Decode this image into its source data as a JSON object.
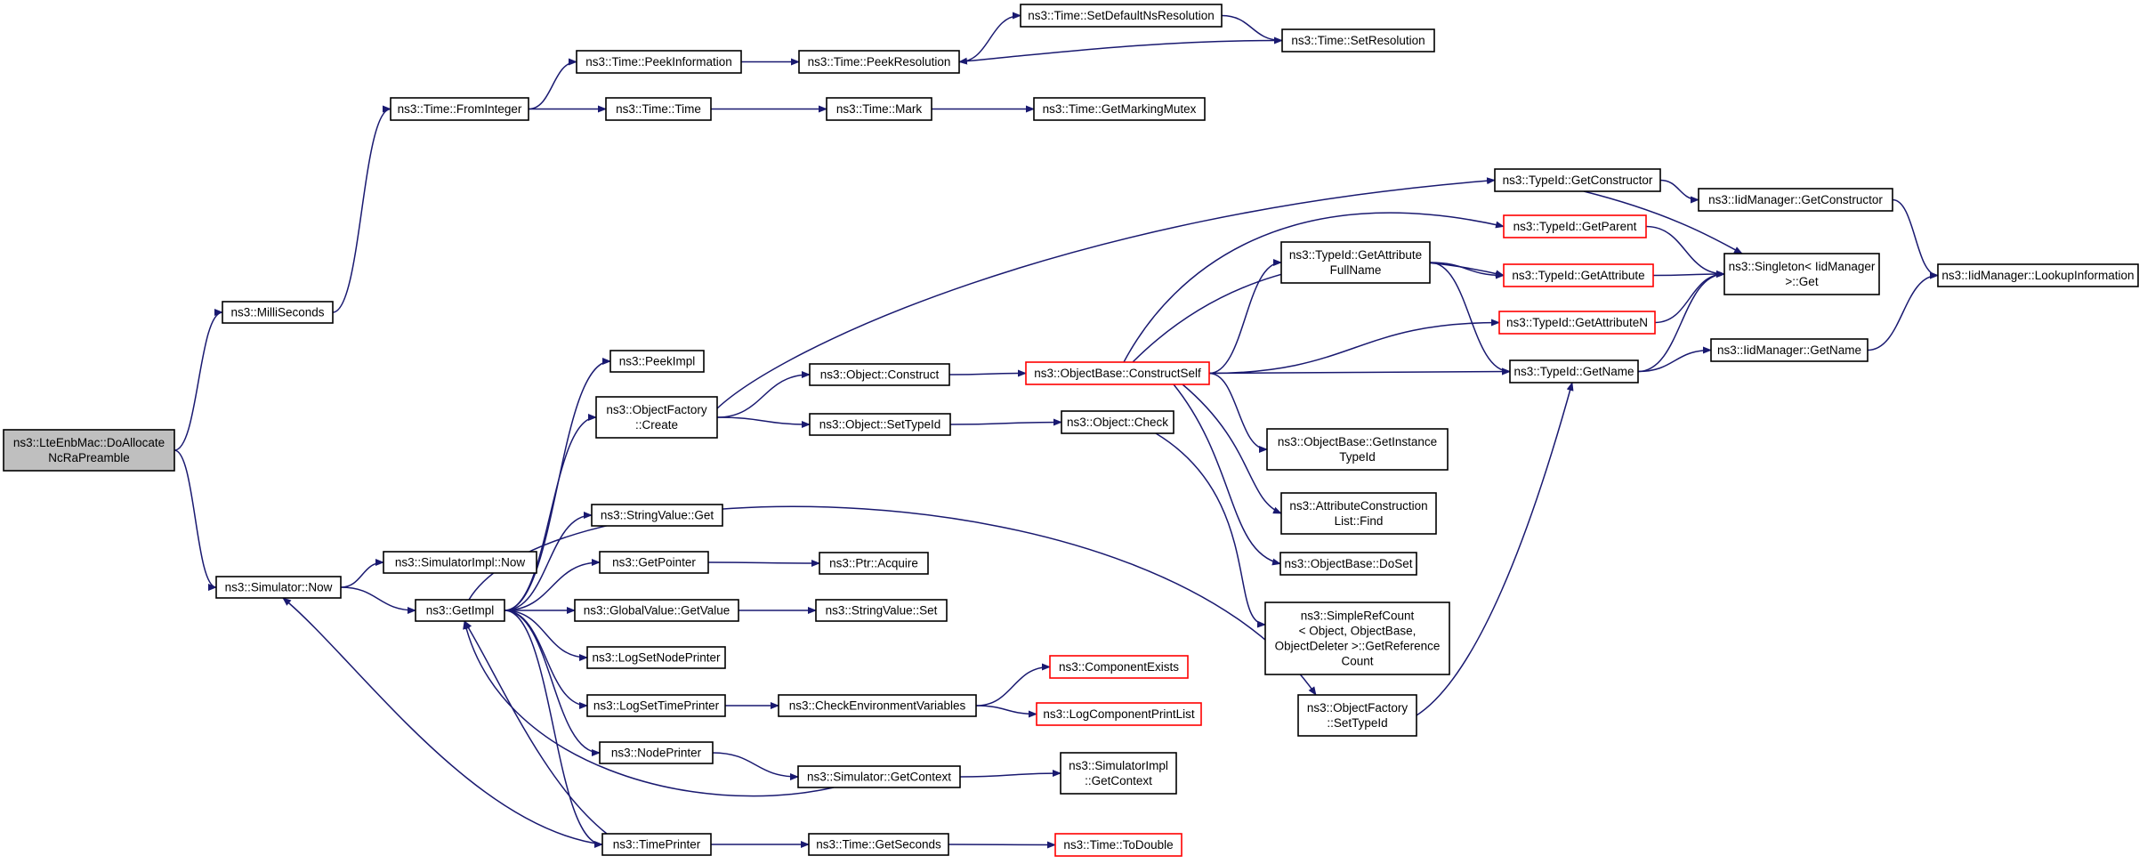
{
  "nodes": [
    {
      "id": "root",
      "lines": [
        "ns3::LteEnbMac::DoAllocate",
        "NcRaPreamble"
      ],
      "style": "root"
    },
    {
      "id": "milli",
      "lines": [
        "ns3::MilliSeconds"
      ],
      "style": "normal"
    },
    {
      "id": "simnow",
      "lines": [
        "ns3::Simulator::Now"
      ],
      "style": "normal"
    },
    {
      "id": "fromint",
      "lines": [
        "ns3::Time::FromInteger"
      ],
      "style": "normal"
    },
    {
      "id": "peekinfo",
      "lines": [
        "ns3::Time::PeekInformation"
      ],
      "style": "normal"
    },
    {
      "id": "timetime",
      "lines": [
        "ns3::Time::Time"
      ],
      "style": "normal"
    },
    {
      "id": "peekres",
      "lines": [
        "ns3::Time::PeekResolution"
      ],
      "style": "normal"
    },
    {
      "id": "mark",
      "lines": [
        "ns3::Time::Mark"
      ],
      "style": "normal"
    },
    {
      "id": "setdefres",
      "lines": [
        "ns3::Time::SetDefaultNsResolution"
      ],
      "style": "normal"
    },
    {
      "id": "setres",
      "lines": [
        "ns3::Time::SetResolution"
      ],
      "style": "normal"
    },
    {
      "id": "getmarkmutex",
      "lines": [
        "ns3::Time::GetMarkingMutex"
      ],
      "style": "normal"
    },
    {
      "id": "simimplnow",
      "lines": [
        "ns3::SimulatorImpl::Now"
      ],
      "style": "normal"
    },
    {
      "id": "getimpl",
      "lines": [
        "ns3::GetImpl"
      ],
      "style": "normal"
    },
    {
      "id": "peekimpl",
      "lines": [
        "ns3::PeekImpl"
      ],
      "style": "normal"
    },
    {
      "id": "ofcreate",
      "lines": [
        "ns3::ObjectFactory",
        "::Create"
      ],
      "style": "normal"
    },
    {
      "id": "strget",
      "lines": [
        "ns3::StringValue::Get"
      ],
      "style": "normal"
    },
    {
      "id": "getptr",
      "lines": [
        "ns3::GetPointer"
      ],
      "style": "normal"
    },
    {
      "id": "gvget",
      "lines": [
        "ns3::GlobalValue::GetValue"
      ],
      "style": "normal"
    },
    {
      "id": "lognode",
      "lines": [
        "ns3::LogSetNodePrinter"
      ],
      "style": "normal"
    },
    {
      "id": "logtime",
      "lines": [
        "ns3::LogSetTimePrinter"
      ],
      "style": "normal"
    },
    {
      "id": "nodeprinter",
      "lines": [
        "ns3::NodePrinter"
      ],
      "style": "normal"
    },
    {
      "id": "timeprinter",
      "lines": [
        "ns3::TimePrinter"
      ],
      "style": "normal"
    },
    {
      "id": "objconstruct",
      "lines": [
        "ns3::Object::Construct"
      ],
      "style": "normal"
    },
    {
      "id": "objsettid",
      "lines": [
        "ns3::Object::SetTypeId"
      ],
      "style": "normal"
    },
    {
      "id": "ptracquire",
      "lines": [
        "ns3::Ptr::Acquire"
      ],
      "style": "normal"
    },
    {
      "id": "strset",
      "lines": [
        "ns3::StringValue::Set"
      ],
      "style": "normal"
    },
    {
      "id": "checkenv",
      "lines": [
        "ns3::CheckEnvironmentVariables"
      ],
      "style": "normal"
    },
    {
      "id": "simgetctx",
      "lines": [
        "ns3::Simulator::GetContext"
      ],
      "style": "normal"
    },
    {
      "id": "getseconds",
      "lines": [
        "ns3::Time::GetSeconds"
      ],
      "style": "normal"
    },
    {
      "id": "obcs",
      "lines": [
        "ns3::ObjectBase::ConstructSelf"
      ],
      "style": "red"
    },
    {
      "id": "objcheck",
      "lines": [
        "ns3::Object::Check"
      ],
      "style": "normal"
    },
    {
      "id": "compexists",
      "lines": [
        "ns3::ComponentExists"
      ],
      "style": "red"
    },
    {
      "id": "logcomplist",
      "lines": [
        "ns3::LogComponentPrintList"
      ],
      "style": "red"
    },
    {
      "id": "simimplctx",
      "lines": [
        "ns3::SimulatorImpl",
        "::GetContext"
      ],
      "style": "normal"
    },
    {
      "id": "todouble",
      "lines": [
        "ns3::Time::ToDouble"
      ],
      "style": "red"
    },
    {
      "id": "tidgetctor",
      "lines": [
        "ns3::TypeId::GetConstructor"
      ],
      "style": "normal"
    },
    {
      "id": "tidgetparent",
      "lines": [
        "ns3::TypeId::GetParent"
      ],
      "style": "red"
    },
    {
      "id": "tidgetattrfull",
      "lines": [
        "ns3::TypeId::GetAttribute",
        "FullName"
      ],
      "style": "normal"
    },
    {
      "id": "tidgetattr",
      "lines": [
        "ns3::TypeId::GetAttribute"
      ],
      "style": "red"
    },
    {
      "id": "tidgetattrn",
      "lines": [
        "ns3::TypeId::GetAttributeN"
      ],
      "style": "red"
    },
    {
      "id": "tidgetname",
      "lines": [
        "ns3::TypeId::GetName"
      ],
      "style": "normal"
    },
    {
      "id": "obgetinst",
      "lines": [
        "ns3::ObjectBase::GetInstance",
        "TypeId"
      ],
      "style": "normal"
    },
    {
      "id": "acfind",
      "lines": [
        "ns3::AttributeConstruction",
        "List::Find"
      ],
      "style": "normal"
    },
    {
      "id": "obdoset",
      "lines": [
        "ns3::ObjectBase::DoSet"
      ],
      "style": "normal"
    },
    {
      "id": "srcount",
      "lines": [
        "ns3::SimpleRefCount",
        "< Object, ObjectBase,",
        "ObjectDeleter >::GetReference",
        "Count"
      ],
      "style": "normal"
    },
    {
      "id": "ofsettid",
      "lines": [
        "ns3::ObjectFactory",
        "::SetTypeId"
      ],
      "style": "normal"
    },
    {
      "id": "iidgetctor",
      "lines": [
        "ns3::IidManager::GetConstructor"
      ],
      "style": "normal"
    },
    {
      "id": "singleton",
      "lines": [
        "ns3::Singleton< IidManager",
        ">::Get"
      ],
      "style": "normal"
    },
    {
      "id": "iidgetname",
      "lines": [
        "ns3::IidManager::GetName"
      ],
      "style": "normal"
    },
    {
      "id": "iidlookup",
      "lines": [
        "ns3::IidManager::LookupInformation"
      ],
      "style": "normal"
    }
  ],
  "edges": [
    {
      "from": "root",
      "to": "milli"
    },
    {
      "from": "root",
      "to": "simnow"
    },
    {
      "from": "milli",
      "to": "fromint"
    },
    {
      "from": "fromint",
      "to": "peekinfo"
    },
    {
      "from": "fromint",
      "to": "timetime"
    },
    {
      "from": "peekinfo",
      "to": "peekres"
    },
    {
      "from": "peekres",
      "to": "setdefres"
    },
    {
      "from": "setdefres",
      "to": "setres"
    },
    {
      "from": "setres",
      "to": "peekres"
    },
    {
      "from": "timetime",
      "to": "mark"
    },
    {
      "from": "mark",
      "to": "getmarkmutex"
    },
    {
      "from": "simnow",
      "to": "simimplnow"
    },
    {
      "from": "simnow",
      "to": "getimpl"
    },
    {
      "from": "getimpl",
      "to": "peekimpl"
    },
    {
      "from": "getimpl",
      "to": "ofcreate"
    },
    {
      "from": "getimpl",
      "to": "ofsettid"
    },
    {
      "from": "getimpl",
      "to": "strget"
    },
    {
      "from": "getimpl",
      "to": "getptr"
    },
    {
      "from": "getimpl",
      "to": "gvget"
    },
    {
      "from": "getimpl",
      "to": "lognode"
    },
    {
      "from": "getimpl",
      "to": "logtime"
    },
    {
      "from": "getimpl",
      "to": "nodeprinter"
    },
    {
      "from": "getimpl",
      "to": "timeprinter"
    },
    {
      "from": "simgetctx",
      "to": "getimpl"
    },
    {
      "from": "timeprinter",
      "to": "getimpl"
    },
    {
      "from": "timeprinter",
      "to": "simnow"
    },
    {
      "from": "timeprinter",
      "to": "getseconds"
    },
    {
      "from": "nodeprinter",
      "to": "simgetctx"
    },
    {
      "from": "getptr",
      "to": "ptracquire"
    },
    {
      "from": "gvget",
      "to": "strset"
    },
    {
      "from": "logtime",
      "to": "checkenv"
    },
    {
      "from": "checkenv",
      "to": "compexists"
    },
    {
      "from": "checkenv",
      "to": "logcomplist"
    },
    {
      "from": "simgetctx",
      "to": "simimplctx"
    },
    {
      "from": "getseconds",
      "to": "todouble"
    },
    {
      "from": "ofcreate",
      "to": "tidgetctor"
    },
    {
      "from": "ofcreate",
      "to": "objconstruct"
    },
    {
      "from": "ofcreate",
      "to": "objsettid"
    },
    {
      "from": "objconstruct",
      "to": "obcs"
    },
    {
      "from": "objsettid",
      "to": "objcheck"
    },
    {
      "from": "objcheck",
      "to": "srcount"
    },
    {
      "from": "obcs",
      "to": "tidgetparent"
    },
    {
      "from": "obcs",
      "to": "tidgetattr"
    },
    {
      "from": "obcs",
      "to": "tidgetattrfull"
    },
    {
      "from": "obcs",
      "to": "tidgetattrn"
    },
    {
      "from": "obcs",
      "to": "tidgetname"
    },
    {
      "from": "obcs",
      "to": "obgetinst"
    },
    {
      "from": "obcs",
      "to": "acfind"
    },
    {
      "from": "obcs",
      "to": "obdoset"
    },
    {
      "from": "tidgetattrfull",
      "to": "tidgetattr"
    },
    {
      "from": "tidgetattrfull",
      "to": "tidgetname"
    },
    {
      "from": "ofsettid",
      "to": "tidgetname"
    },
    {
      "from": "tidgetctor",
      "to": "iidgetctor"
    },
    {
      "from": "tidgetctor",
      "to": "singleton"
    },
    {
      "from": "tidgetparent",
      "to": "singleton"
    },
    {
      "from": "tidgetattr",
      "to": "singleton"
    },
    {
      "from": "tidgetattrn",
      "to": "singleton"
    },
    {
      "from": "tidgetname",
      "to": "singleton"
    },
    {
      "from": "tidgetname",
      "to": "iidgetname"
    },
    {
      "from": "iidgetctor",
      "to": "iidlookup"
    },
    {
      "from": "iidgetname",
      "to": "iidlookup"
    }
  ]
}
